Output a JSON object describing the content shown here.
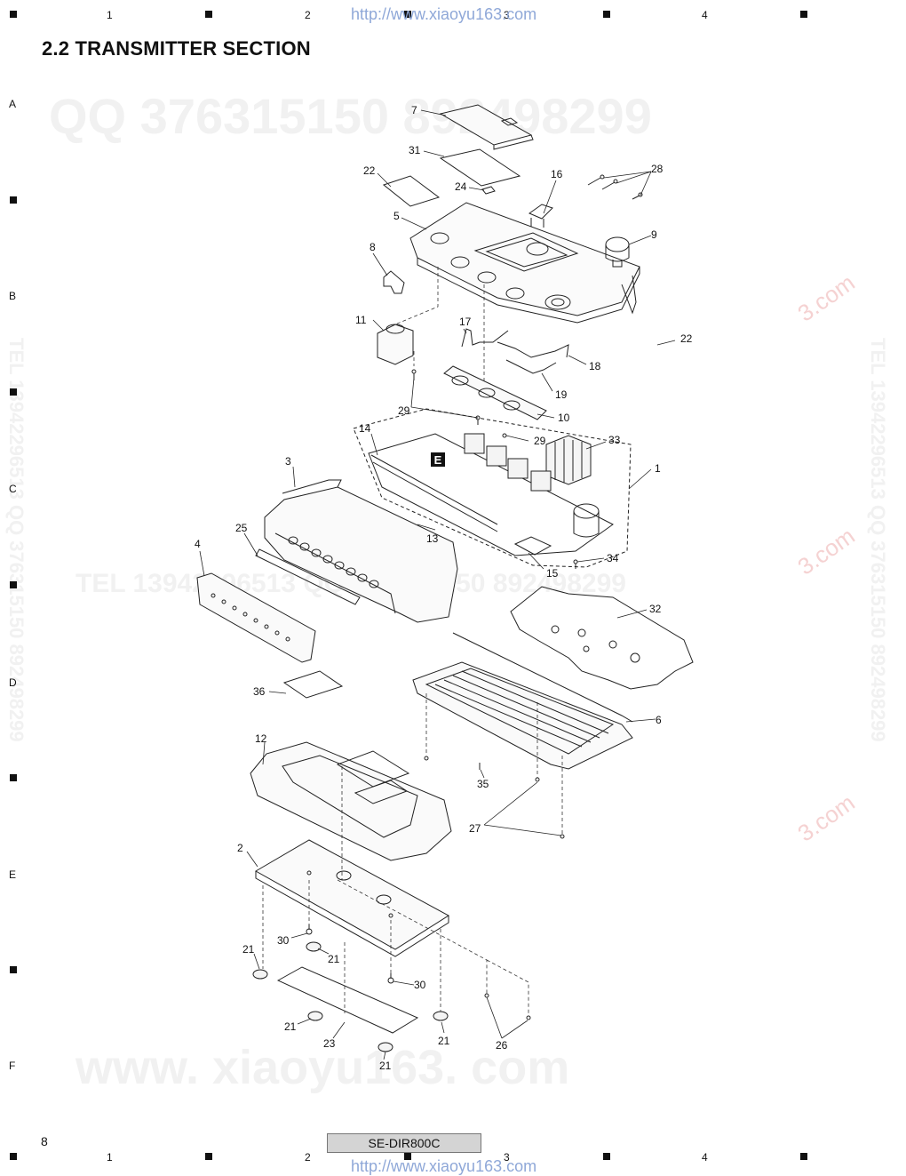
{
  "header": {
    "column_numbers": [
      "1",
      "2",
      "3",
      "4"
    ],
    "url": "http://www.xiaoyu163.com"
  },
  "title": "2.2  TRANSMITTER SECTION",
  "row_letters": [
    "A",
    "B",
    "C",
    "D",
    "E",
    "F"
  ],
  "watermarks": {
    "qq_top": "QQ 376315150   892498299",
    "tel_middle": "TEL 13942296513   QQ 376315150   892498299",
    "side_vertical": "TEL 13942296513   QQ 376315150   892498299",
    "web_bottom": "www. xiaoyu163. com",
    "red_com": "3.com"
  },
  "diagram": {
    "board_label": "E",
    "part_callouts": [
      "7",
      "31",
      "22",
      "24",
      "16",
      "28",
      "5",
      "9",
      "8",
      "17",
      "22",
      "11",
      "18",
      "19",
      "29",
      "10",
      "14",
      "29",
      "33",
      "1",
      "3",
      "13",
      "34",
      "25",
      "15",
      "4",
      "32",
      "36",
      "6",
      "12",
      "35",
      "27",
      "2",
      "30",
      "21",
      "21",
      "30",
      "21",
      "23",
      "21",
      "26",
      "21"
    ]
  },
  "footer": {
    "page_number": "8",
    "model": "SE-DIR800C",
    "column_numbers": [
      "1",
      "2",
      "3",
      "4"
    ],
    "url": "http://www.xiaoyu163.com"
  }
}
